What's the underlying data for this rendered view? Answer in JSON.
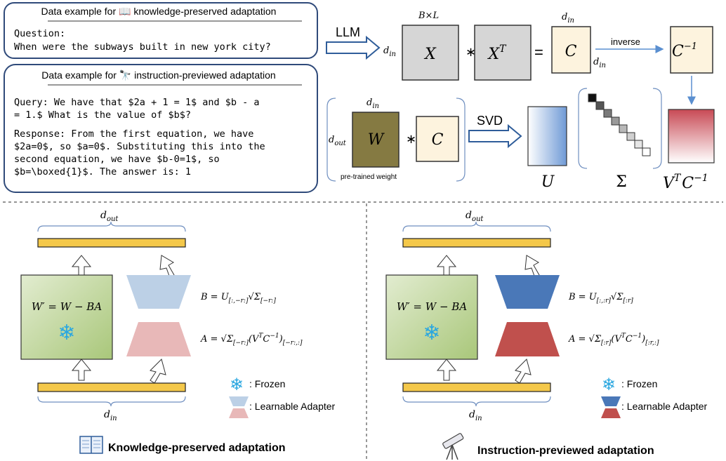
{
  "knowledge_example": {
    "title": "Data example for 📖 knowledge-preserved adaptation",
    "question_label": "Question:",
    "question_text": "When were the subways built in new york city?"
  },
  "instruction_example": {
    "title": "Data example for 🔭 instruction-previewed adaptation",
    "query_lines": [
      "Query: We have that $2a + 1 = 1$ and $b - a",
      "= 1.$ What is the value of $b$?"
    ],
    "response_lines": [
      "Response: From the first equation, we have",
      "$2a=0$, so $a=0$. Substituting this into the",
      "second equation, we have $b-0=1$, so",
      "$b=\\boxed{1}$. The answer is: 1"
    ]
  },
  "top_flow": {
    "llm_label": "LLM",
    "bxl": "B×L",
    "d_in": "d",
    "d_in_sub": "in",
    "d_out_sub": "out",
    "x": "X",
    "xt": "X",
    "xt_sup": "T",
    "times": "∗",
    "equals": "=",
    "c": "C",
    "inverse_label": "inverse",
    "c_inv": "C",
    "c_inv_sup": "−1",
    "svd_label": "SVD",
    "w": "W",
    "pretrained_label": "pre-trained weight",
    "u": "U",
    "sigma": "Σ",
    "vtc": "V",
    "vtc_sup1": "T",
    "vtc_mid": "C",
    "vtc_sup2": "−1"
  },
  "left_panel": {
    "d_out": "d",
    "d_out_sub": "out",
    "d_in": "d",
    "d_in_sub": "in",
    "w_prime": "W′ = W − BA",
    "b_formula": "B = U",
    "b_sub": "[:,−r:]",
    "b_rest": "√Σ",
    "b_sub2": "[−r:]",
    "a_formula": "A = √Σ",
    "a_sub": "[−r:]",
    "a_rest": "(V",
    "a_sup": "T",
    "a_rest2": "C",
    "a_sup2": "−1",
    "a_rest3": ")",
    "a_sub2": "[−r:,:]",
    "legend_frozen": ": Frozen",
    "legend_adapter": ": Learnable Adapter",
    "caption": "Knowledge-preserved adaptation",
    "colors": {
      "top": "#bcd0e6",
      "bottom": "#e8b8b8"
    }
  },
  "right_panel": {
    "d_out": "d",
    "d_out_sub": "out",
    "d_in": "d",
    "d_in_sub": "in",
    "w_prime": "W′ = W − BA",
    "b_formula": "B = U",
    "b_sub": "[:,:r]",
    "b_rest": "√Σ",
    "b_sub2": "[:r]",
    "a_formula": "A = √Σ",
    "a_sub": "[:r]",
    "a_rest": "(V",
    "a_sup": "T",
    "a_rest2": "C",
    "a_sup2": "−1",
    "a_rest3": ")",
    "a_sub2": "[:r,:]",
    "legend_frozen": ": Frozen",
    "legend_adapter": ": Learnable Adapter",
    "caption": "Instruction-previewed adaptation",
    "colors": {
      "top": "#4a78b8",
      "bottom": "#c0504d"
    }
  }
}
